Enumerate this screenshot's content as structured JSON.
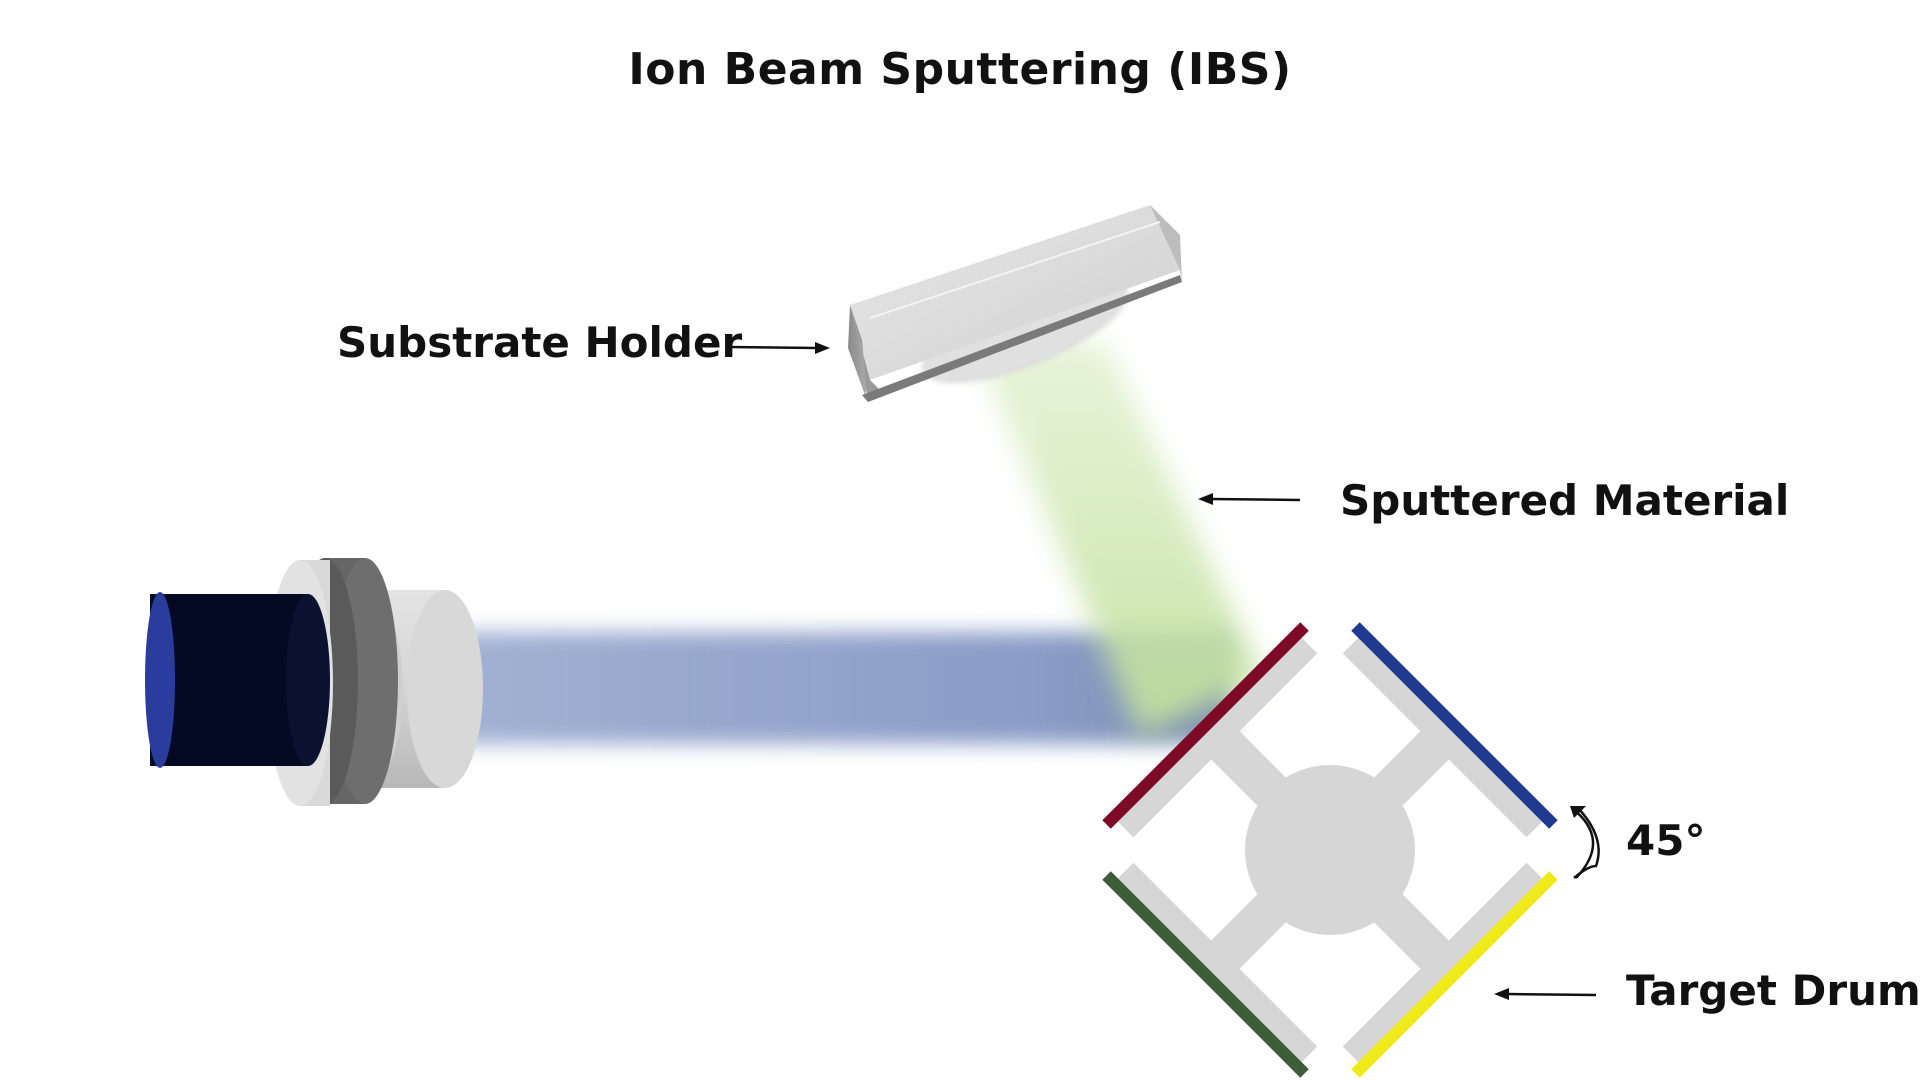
{
  "title": "Ion Beam Sputtering (IBS)",
  "labels": {
    "substrate_holder": "Substrate Holder",
    "sputtered_material": "Sputtered Material",
    "rotation_angle": "45°",
    "target_drum": "Target Drum"
  },
  "colors": {
    "ion_beam": "#8497c4",
    "sputtered_plume": "#c9e4a8",
    "target_blue": "#1f3a8f",
    "target_yellow": "#f0ea1a",
    "target_red": "#7d0a26",
    "target_green": "#3d5c38",
    "ion_source_face": "#2a3d9e",
    "ion_source_body": "#050a24",
    "drum_gray": "#d6d6d6"
  }
}
